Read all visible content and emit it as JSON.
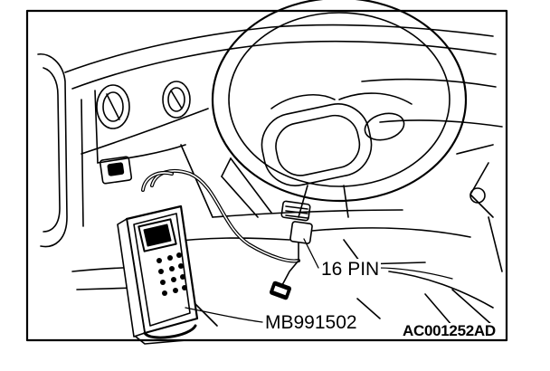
{
  "figure": {
    "labels": {
      "connector_pins": "16 PIN",
      "tool_part_number": "MB991502",
      "figure_code": "AC001252AD"
    }
  }
}
